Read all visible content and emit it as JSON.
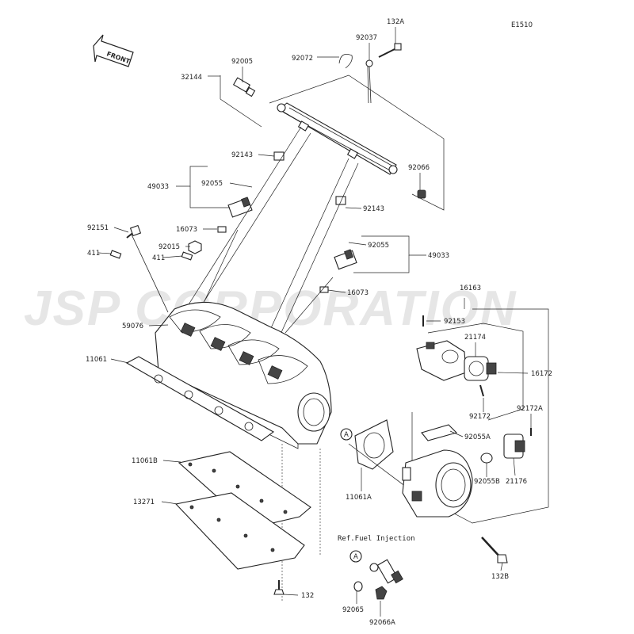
{
  "diagram": {
    "code": "E1510",
    "front_label": "FRONT",
    "watermark": "JSP CORPORATION",
    "ref_note": "Ref.Fuel Injection",
    "callout": "A",
    "parts": {
      "p32144": "32144",
      "p92005": "92005",
      "p92072": "92072",
      "p92037": "92037",
      "p132A": "132A",
      "p92066": "92066",
      "p92143a": "92143",
      "p92143b": "92143",
      "p49033a": "49033",
      "p49033b": "49033",
      "p92055a": "92055",
      "p92055b": "92055",
      "p92151": "92151",
      "p16073a": "16073",
      "p16073b": "16073",
      "p92015": "92015",
      "p411a": "411",
      "p411b": "411",
      "p59076": "59076",
      "p11061": "11061",
      "p11061B": "11061B",
      "p13271": "13271",
      "p132": "132",
      "p92065": "92065",
      "p92066A": "92066A",
      "p11061A": "11061A",
      "p16163": "16163",
      "p92153": "92153",
      "p21174": "21174",
      "p16172": "16172",
      "p92172": "92172",
      "p92172A": "92172A",
      "p92055A": "92055A",
      "p92055B": "92055B",
      "p21176": "21176",
      "p132B": "132B"
    }
  }
}
